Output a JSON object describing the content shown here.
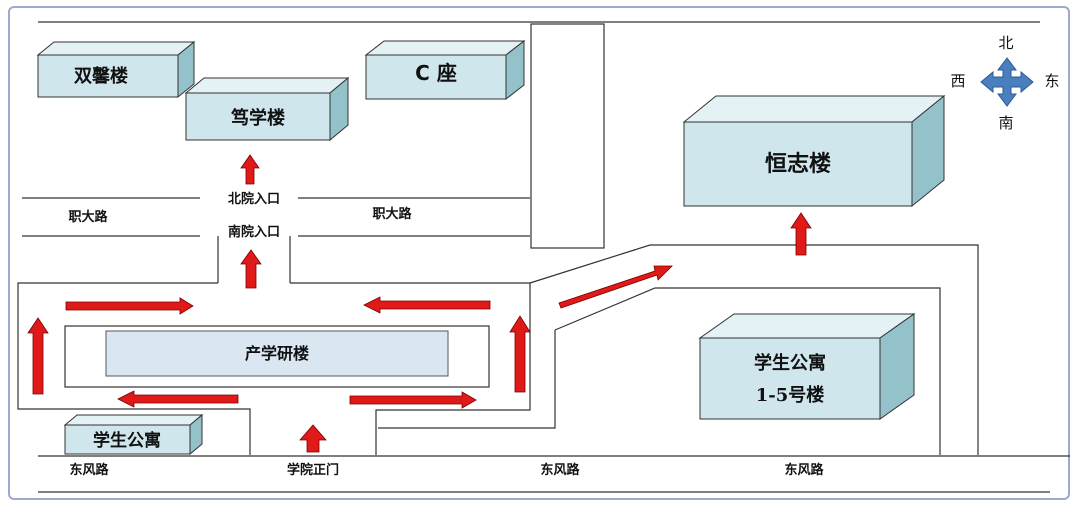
{
  "buildings": {
    "shuangxin": "双馨楼",
    "duxue": "笃学楼",
    "c_zuo": "C 座",
    "hengzhi": "恒志楼",
    "chanxueyan": "产学研楼",
    "apartment_small": "学生公寓",
    "apartment_big_line1": "学生公寓",
    "apartment_big_line2": "1-5号楼"
  },
  "roads": {
    "zhida_left": "职大路",
    "zhida_right": "职大路",
    "dongfeng_left": "东风路",
    "dongfeng_mid": "东风路",
    "dongfeng_right": "东风路"
  },
  "entrances": {
    "north": "北院入口",
    "south": "南院入口",
    "main_gate": "学院正门"
  },
  "compass": {
    "north": "北",
    "south": "南",
    "east": "东",
    "west": "西"
  },
  "colors": {
    "building_front": "#cfe6ec",
    "building_side": "#94c2cb",
    "building_top": "#e4f2f5",
    "chanxueyan_fill": "#dbe6f3",
    "arrow": "#e01919",
    "compass": "#4a7fbf",
    "frame": "#9fa8cf"
  }
}
